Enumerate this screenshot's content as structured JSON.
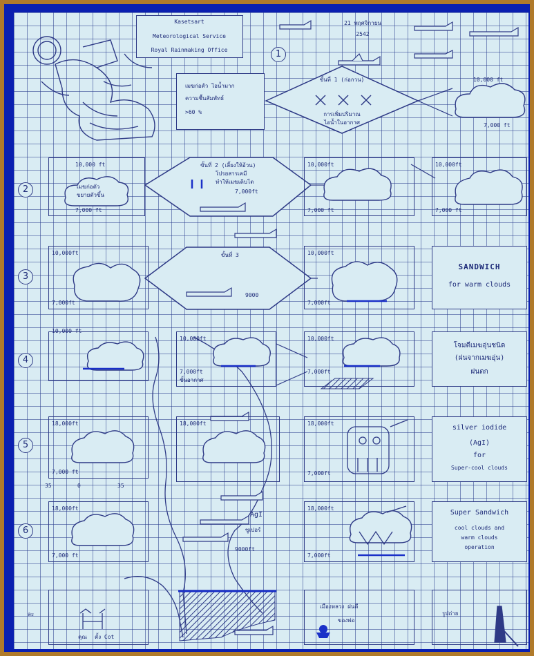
{
  "header": {
    "org_line1": "Kasetsart",
    "org_line2": "Meteorological Service",
    "org_line3": "Royal Rainmaking Office",
    "date_line1": "21 พฤศจิกายน",
    "date_line2": "2542"
  },
  "rows": [
    "1",
    "2",
    "3",
    "4",
    "5",
    "6"
  ],
  "step1": {
    "left_note_1": "เมฆก่อตัว ไอน้ำมาก",
    "left_note_2": "ความชื้นสัมพัทธ์",
    "left_note_3": ">60 %",
    "center_top": "ขั้นที่ 1 (ก่อกวน)",
    "center_bottom_1": "การเพิ่มปริมาณ",
    "center_bottom_2": "ไอน้ำในอากาศ",
    "right_top": "10,000 ft",
    "right_bottom": "7,000 ft"
  },
  "step2": {
    "left_top": "10,000 ft",
    "left_mid_1": "เมฆก่อตัว",
    "left_mid_2": "ขยายตัวขึ้น",
    "left_bottom": "7,000 ft",
    "center_1": "ขั้นที่ 2 (เลี้ยงให้อ้วน)",
    "center_2": "โปรยสารเคมี",
    "center_3": "ทำให้เมฆเติบโต",
    "center_4": "7,000ft",
    "mid_top": "10,000ft",
    "mid_bottom": "7,000 ft",
    "right_top": "10,000ft",
    "right_bottom": "7,000 ft"
  },
  "step3": {
    "a_top": "10,000ft",
    "a_bottom": "7,000ft",
    "center_top": "ขั้นที่ 3",
    "center_bottom": "9000",
    "b_top": "10,000ft",
    "b_bottom": "7,000ft",
    "right_title": "SANDWICH",
    "right_sub": "for warm clouds"
  },
  "step4": {
    "cloud_label": "10,000 ft",
    "b_top": "10,000ft",
    "b_mid": "7,000ft",
    "b_bottom": "ชั้นอากาศ",
    "c_top": "10,000ft",
    "c_bottom": "7,000ft",
    "right_1": "โจมตีเมฆอุ่นชนิด",
    "right_2": "(ฝนจากเมฆอุ่น)",
    "right_3": "ฝนตก"
  },
  "step5": {
    "a_top": "18,000ft",
    "a_bottom": "7,000 ft",
    "b_top": "18,000ft",
    "c_top": "18,000ft",
    "c_bottom": "7,000ft",
    "right_1": "silver iodide",
    "right_2": "(AgI)",
    "right_3": "for",
    "right_4": "Super-cool clouds",
    "left_below": [
      "35",
      "0",
      "35"
    ]
  },
  "step6": {
    "a_top": "18,000ft",
    "a_bottom": "7,000 ft",
    "agi": "AgI",
    "plane_1": "ซูเปอร์",
    "plane_2": "9000ft",
    "c_top": "18,000ft",
    "c_bottom": "7,000ft",
    "right_1": "Super Sandwich",
    "right_2": "cool clouds and",
    "right_3": "warm clouds",
    "right_4": "operation"
  },
  "footer": {
    "legend_left": "ละ",
    "legend_label_1": "คุณ",
    "legend_label_2": "ตั้ง Cot",
    "mid_1": "เมืองหลวง ฝนดี",
    "mid_2": "ของพ่อ",
    "right": "รูปถ่าย"
  }
}
